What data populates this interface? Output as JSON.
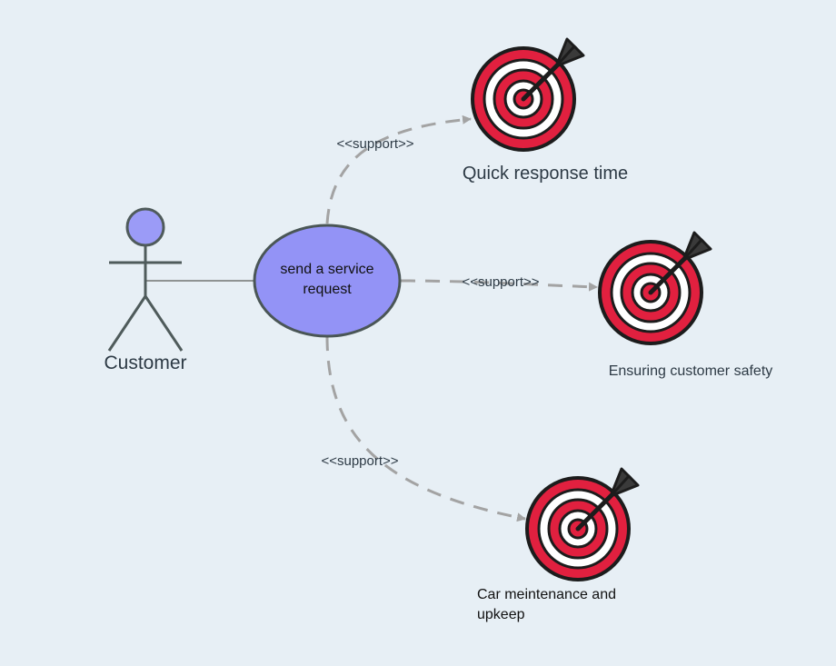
{
  "actor": {
    "label": "Customer",
    "head_color": "#9b9bf7",
    "line_color": "#4f5b5b"
  },
  "use_case": {
    "line1": "send a service",
    "line2": "request",
    "fill": "#9393f6",
    "stroke": "#4a5656"
  },
  "relations": [
    {
      "stereotype": "<<support>>",
      "target": "goal-1"
    },
    {
      "stereotype": "<<support>>",
      "target": "goal-2"
    },
    {
      "stereotype": "<<support>>",
      "target": "goal-3"
    }
  ],
  "goals": [
    {
      "id": "goal-1",
      "label": "Quick response time",
      "icon": "target-icon"
    },
    {
      "id": "goal-2",
      "label": "Ensuring customer safety",
      "icon": "target-icon"
    },
    {
      "id": "goal-3",
      "line1": "Car meintenance and",
      "line2": "upkeep",
      "icon": "target-icon"
    }
  ],
  "colors": {
    "background": "#e7eff5",
    "connector": "#a3a3a3",
    "target_red": "#e1203f",
    "target_dark": "#1c1c1c",
    "arrow_dark": "#3a3a3a"
  }
}
